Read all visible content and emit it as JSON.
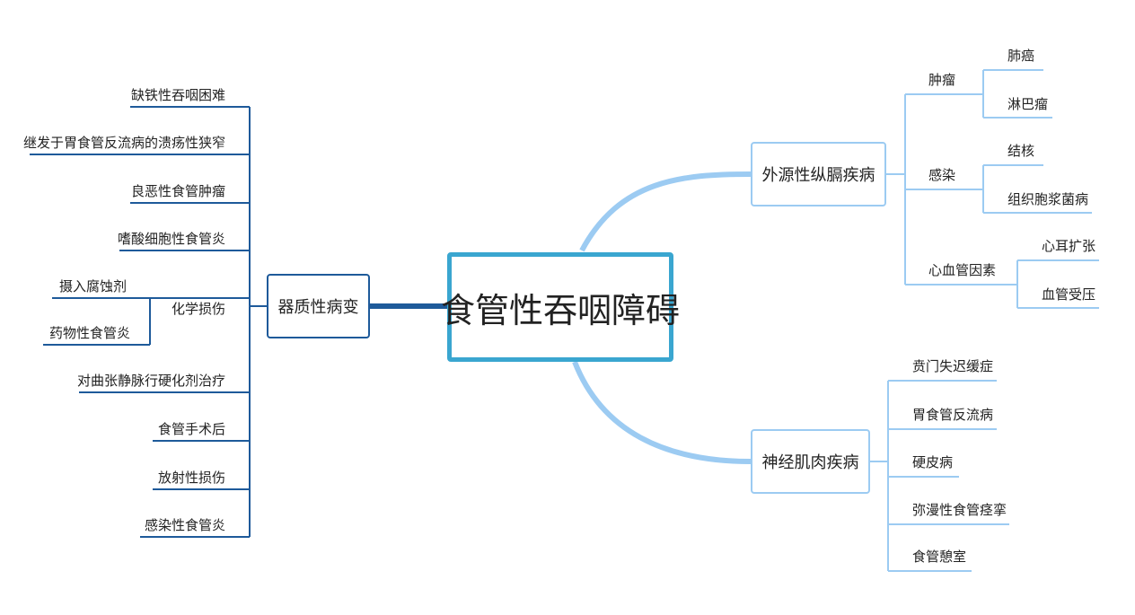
{
  "root": "食管性吞咽障碍",
  "left": {
    "label": "器质性病变",
    "items": [
      "缺铁性吞咽困难",
      "继发于胃食管反流病的溃疡性狭窄",
      "良恶性食管肿瘤",
      "嗜酸细胞性食管炎",
      "化学损伤",
      "对曲张静脉行硬化剂治疗",
      "食管手术后",
      "放射性损伤",
      "感染性食管炎"
    ],
    "chem": [
      "摄入腐蚀剂",
      "药物性食管炎"
    ]
  },
  "right1": {
    "label": "外源性纵膈疾病",
    "groups": [
      {
        "label": "肿瘤",
        "children": [
          "肺癌",
          "淋巴瘤"
        ]
      },
      {
        "label": "感染",
        "children": [
          "结核",
          "组织胞浆菌病"
        ]
      },
      {
        "label": "心血管因素",
        "children": [
          "心耳扩张",
          "血管受压"
        ]
      }
    ]
  },
  "right2": {
    "label": "神经肌肉疾病",
    "items": [
      "贲门失迟缓症",
      "胃食管反流病",
      "硬皮病",
      "弥漫性食管痉挛",
      "食管憩室"
    ]
  },
  "colors": {
    "root_border": "#3aa6d0",
    "left_branch": "#1e5a9a",
    "right_branch": "#9ccbf2"
  }
}
